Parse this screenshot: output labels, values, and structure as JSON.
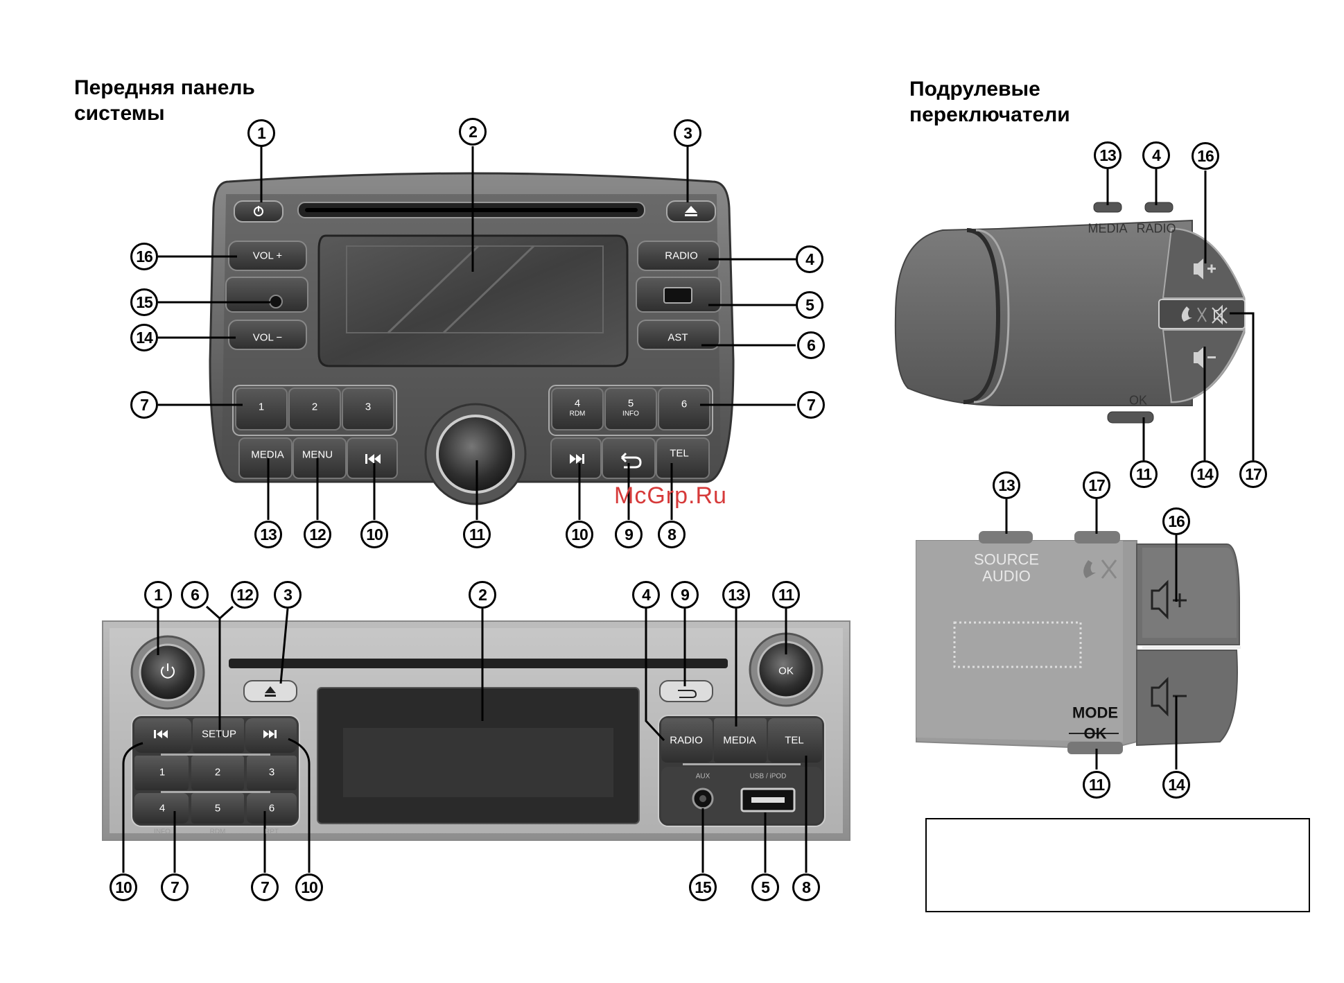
{
  "titles": {
    "front_panel_line1": "Передняя панель",
    "front_panel_line2": "системы",
    "steering_line1": "Подрулевые",
    "steering_line2": "переключатели"
  },
  "watermark": "McGrp.Ru",
  "panel1_labels": {
    "vol_plus": "VOL +",
    "vol_minus": "VOL −",
    "radio": "RADIO",
    "ast": "AST",
    "preset1": "1",
    "preset2": "2",
    "preset3": "3",
    "preset4": "4",
    "preset4_sub": "RDM",
    "preset5": "5",
    "preset5_sub": "INFO",
    "preset6": "6",
    "media": "MEDIA",
    "menu": "MENU",
    "tel": "TEL"
  },
  "panel2_labels": {
    "setup": "SETUP",
    "ok": "OK",
    "radio": "RADIO",
    "media": "MEDIA",
    "tel": "TEL",
    "aux": "AUX",
    "usb": "USB / iPOD",
    "k1": "1",
    "k2": "2",
    "k3": "3",
    "k4": "4",
    "k5": "5",
    "k6": "6",
    "info": "INFO",
    "rdm": "RDM",
    "rpt": "RPT"
  },
  "stalk1_labels": {
    "media": "MEDIA",
    "radio": "RADIO",
    "ok": "OK"
  },
  "stalk2_labels": {
    "source_line1": "SOURCE",
    "source_line2": "AUDIO",
    "mode": "MODE",
    "ok": "OK"
  },
  "callouts": {
    "p1": [
      "1",
      "2",
      "3",
      "16",
      "4",
      "15",
      "5",
      "14",
      "6",
      "7",
      "7",
      "13",
      "12",
      "10",
      "11",
      "10",
      "9",
      "8"
    ],
    "p2": [
      "1",
      "6",
      "12",
      "3",
      "2",
      "4",
      "9",
      "13",
      "11",
      "10",
      "7",
      "7",
      "10",
      "15",
      "5",
      "8"
    ],
    "s1": [
      "13",
      "4",
      "16",
      "11",
      "14",
      "17"
    ],
    "s2": [
      "13",
      "17",
      "16",
      "11",
      "14"
    ]
  },
  "icons": {
    "power": "power-icon",
    "eject": "eject-icon",
    "prev": "skip-previous-icon",
    "next": "skip-next-icon",
    "back": "back-arrow-icon",
    "volume_up": "volume-up-icon",
    "volume_down": "volume-down-icon",
    "phone": "phone-icon",
    "mute": "mute-icon",
    "usb": "usb-port-icon",
    "aux": "aux-jack-icon"
  },
  "colors": {
    "device_dark": "#3d3d3d",
    "device_mid": "#6b6b6b",
    "device_light": "#9a9a9a",
    "stalk": "#6e6e6e",
    "watermark": "#d63a3a"
  }
}
